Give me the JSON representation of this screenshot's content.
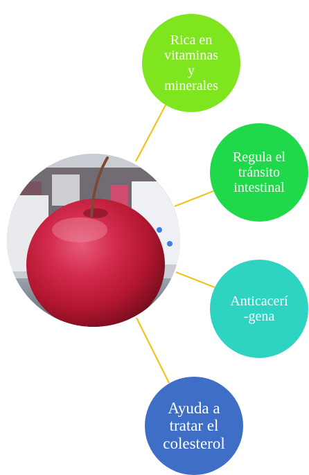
{
  "diagram": {
    "center": {
      "image": "red-apple-photo"
    },
    "bubbles": [
      {
        "text": "Rica en vitaminas y minerales",
        "lines": [
          "Rica en",
          "vitaminas",
          "y",
          "minerales"
        ],
        "color": "#7ee51e"
      },
      {
        "text": "Regula el tránsito intestinal",
        "lines": [
          "Regula el",
          "tránsito",
          "intestinal"
        ],
        "color": "#20d94a"
      },
      {
        "text": "Anticacerí-gena",
        "lines": [
          "Anticacerí",
          "-gena"
        ],
        "color": "#2fd3c2"
      },
      {
        "text": "Ayuda a tratar el colesterol",
        "lines": [
          "Ayuda a",
          "tratar el",
          "colesterol"
        ],
        "color": "#3e6ec6"
      }
    ],
    "connector_color": "#f5c21b"
  }
}
